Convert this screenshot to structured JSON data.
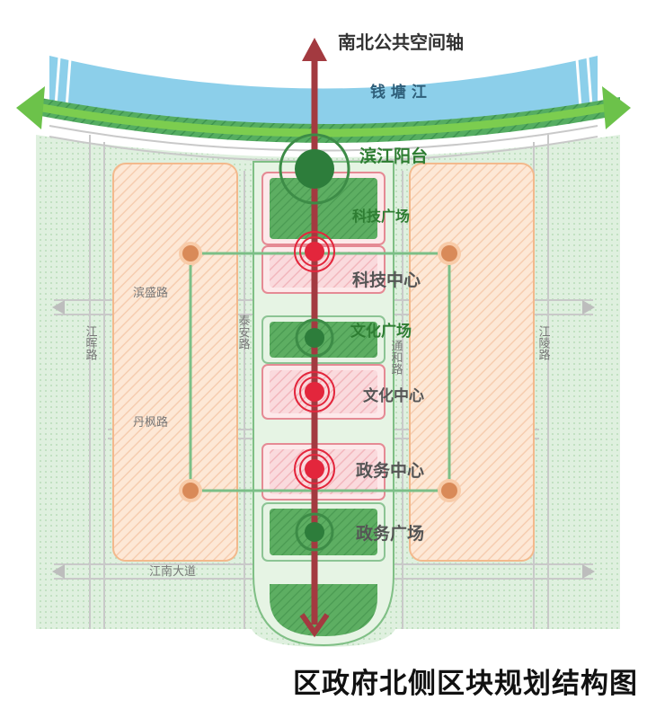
{
  "title": "区政府北侧区块规划结构图",
  "axis_label": "南北公共空间轴",
  "river": "钱 塘 江",
  "nodes": {
    "binjiang_platform": "滨江阳台",
    "tech_plaza": "科技广场",
    "tech_center": "科技中心",
    "culture_plaza": "文化广场",
    "culture_center": "文化中心",
    "gov_center": "政务中心",
    "gov_plaza": "政务广场"
  },
  "roads": {
    "binsheng": "滨盛路",
    "danfeng": "丹枫路",
    "jiangnan": "江南大道",
    "jianghui": "江晖路",
    "taian": "泰安路",
    "tonghe": "通和路",
    "jiangling": "江陵路"
  },
  "colors": {
    "river": "#8ccfea",
    "green_band": "#4fa860",
    "green_arrow": "#6cc24a",
    "orange_block": "#fbe3cf",
    "pink_block": "#f7cfd3",
    "green_block": "#5aaa5f",
    "axis": "#a33a40",
    "center_red": "#e3263c",
    "node_green": "#2d7d3b",
    "road": "#c9c9c9",
    "text_green": "#2e7d32"
  }
}
